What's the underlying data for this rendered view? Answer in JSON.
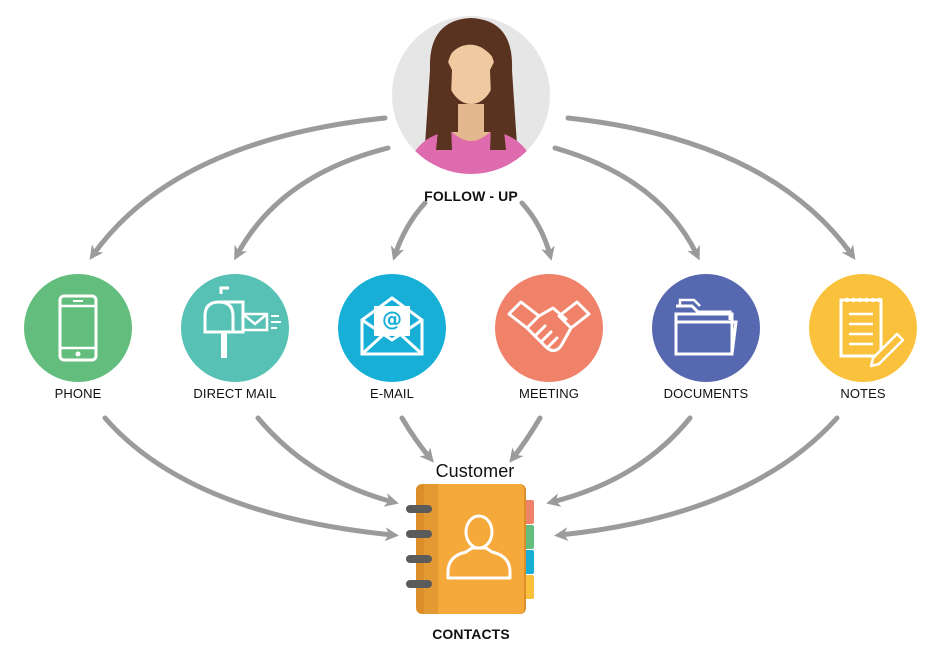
{
  "follow_up": {
    "label": "FOLLOW - UP",
    "avatar_icon": "woman-avatar-icon"
  },
  "channels": [
    {
      "key": "phone",
      "label": "PHONE",
      "color": "#63BD7C",
      "icon": "phone-icon"
    },
    {
      "key": "direct-mail",
      "label": "DIRECT MAIL",
      "color": "#57C1B6",
      "icon": "mailbox-icon"
    },
    {
      "key": "email",
      "label": "E-MAIL",
      "color": "#18AFD7",
      "icon": "email-envelope-icon"
    },
    {
      "key": "meeting",
      "label": "MEETING",
      "color": "#F0826A",
      "icon": "handshake-icon"
    },
    {
      "key": "documents",
      "label": "DOCUMENTS",
      "color": "#5669B0",
      "icon": "folder-icon"
    },
    {
      "key": "notes",
      "label": "NOTES",
      "color": "#FAC13C",
      "icon": "notepad-icon"
    }
  ],
  "contacts": {
    "top_label": "Customer",
    "label": "CONTACTS",
    "icon": "contact-book-icon",
    "book_color": "#F6A93B",
    "tab_colors": [
      "#F0826A",
      "#63BD7C",
      "#18AFD7",
      "#FAC13C"
    ]
  },
  "arrow_color": "#9B9B9B"
}
